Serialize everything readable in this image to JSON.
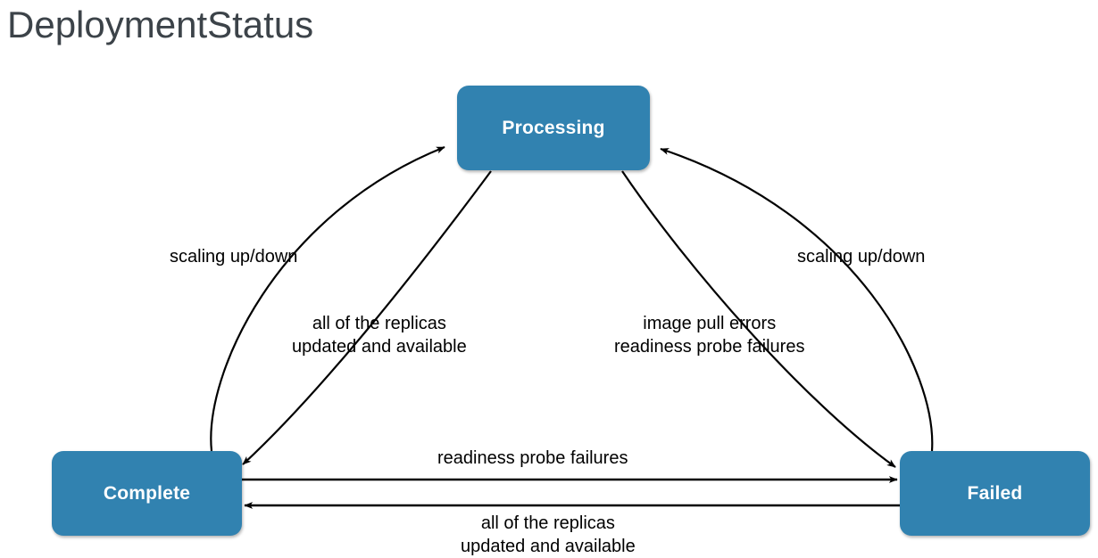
{
  "diagram": {
    "title": "DeploymentStatus",
    "type": "state-diagram",
    "background_color": "#ffffff",
    "title_color": "#3c4349",
    "node_fill_color": "#3182b0",
    "node_text_color": "#ffffff",
    "edge_color": "#000000",
    "nodes": [
      {
        "id": "processing",
        "label": "Processing"
      },
      {
        "id": "complete",
        "label": "Complete"
      },
      {
        "id": "failed",
        "label": "Failed"
      }
    ],
    "edges": [
      {
        "id": "complete-to-processing",
        "from": "complete",
        "to": "processing",
        "label": "scaling up/down"
      },
      {
        "id": "failed-to-processing",
        "from": "failed",
        "to": "processing",
        "label": "scaling up/down"
      },
      {
        "id": "processing-to-complete",
        "from": "processing",
        "to": "complete",
        "label_line1": "all of the replicas",
        "label_line2": "updated and available"
      },
      {
        "id": "processing-to-failed",
        "from": "processing",
        "to": "failed",
        "label_line1": "image pull errors",
        "label_line2": "readiness probe failures"
      },
      {
        "id": "complete-to-failed",
        "from": "complete",
        "to": "failed",
        "label": "readiness probe failures"
      },
      {
        "id": "failed-to-complete",
        "from": "failed",
        "to": "complete",
        "label_line1": "all of the replicas",
        "label_line2": "updated and available"
      }
    ]
  }
}
